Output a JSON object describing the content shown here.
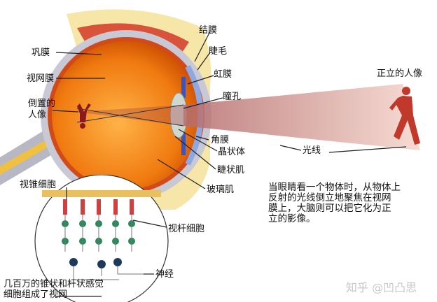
{
  "labels": {
    "sclera": "巩膜",
    "retina": "视网膜",
    "inverted_image_1": "倒置的",
    "inverted_image_2": "人像",
    "conjunctiva": "结膜",
    "eyelash": "睫毛",
    "iris": "虹膜",
    "pupil": "瞳孔",
    "upright_image": "正立的人像",
    "cornea": "角膜",
    "lens": "晶状体",
    "ciliary_muscle": "睫状肌",
    "vitreous": "玻璃肌",
    "light": "光线",
    "cone_cells": "视锥细胞",
    "rod_cells": "视杆细胞",
    "nerve": "神经",
    "retina_note_1": "几百万的锥状和杆状感觉",
    "retina_note_2": "细胞组成了视网"
  },
  "description": [
    "当眼睛看一个物体时，从物体上",
    "反射的光线倒立地聚焦在视网",
    "膜上，大脑则可以把它化为正",
    "立的影像。"
  ],
  "watermark": "知乎 @凹凸思",
  "colors": {
    "eyeball": "#f07a10",
    "sclera": "#c9c9d6",
    "beam": "#e8b0a0",
    "figure": "#c0392b"
  }
}
